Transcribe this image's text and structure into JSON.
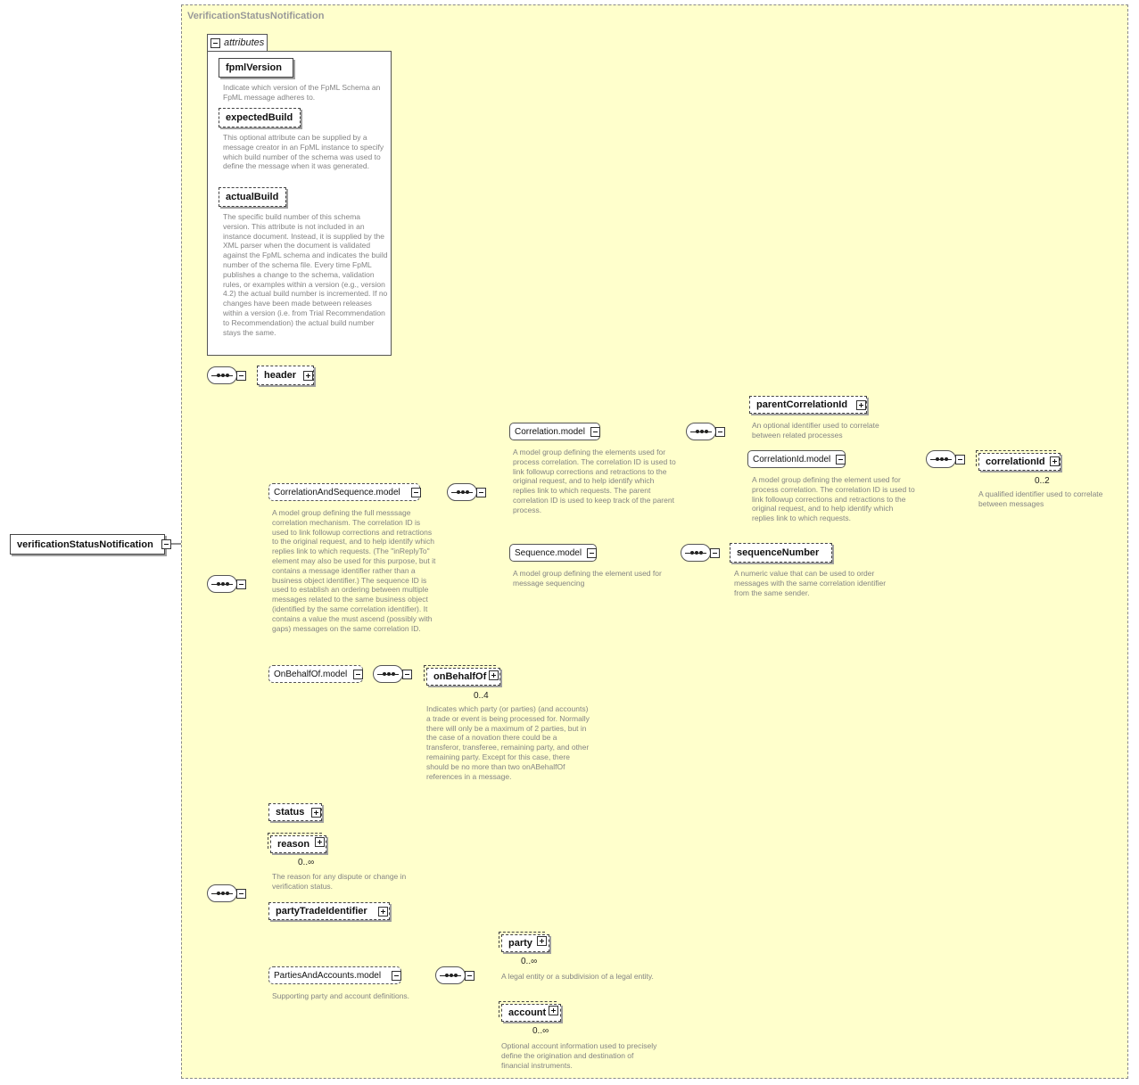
{
  "diagram": {
    "type_name": "VerificationStatusNotification",
    "root": {
      "name": "verificationStatusNotification"
    },
    "attributes": {
      "tab_label": "attributes",
      "items": [
        {
          "name": "fpmlVersion",
          "desc": "Indicate which version of the FpML Schema an FpML message adheres to."
        },
        {
          "name": "expectedBuild",
          "desc": "This optional attribute can be supplied by a message creator in an FpML instance to specify which build number of the schema was used to define the message when it was generated."
        },
        {
          "name": "actualBuild",
          "desc": "The specific build number of this schema version. This attribute is not included in an instance document. Instead, it is supplied by the XML parser when the document is validated against the FpML schema and indicates the build number of the schema file. Every time FpML publishes a change to the schema, validation rules, or examples within a version (e.g., version 4.2) the actual build number is incremented. If no changes have been made between releases within a version (i.e. from Trial Recommendation to Recommendation) the actual build number stays the same."
        }
      ]
    },
    "header": {
      "name": "header"
    },
    "correlation_and_sequence": {
      "name": "CorrelationAndSequence.model",
      "desc": "A model group defining the full messsage correlation mechanism. The correlation ID is used to link followup corrections and retractions to the original request, and to help identify which replies link to which requests. (The \"inReplyTo\" element may also be used for this purpose, but it contains a message identifier rather than a business object identifier.) The sequence ID is used to establish an ordering between multiple messages related to the same business object (identified by the same correlation identifier). It contains a value the must ascend (possibly with gaps) messages on the same correlation ID."
    },
    "correlation_model": {
      "name": "Correlation.model",
      "desc": "A model group defining the elements used for process correlation. The correlation ID is used to link followup corrections and retractions to the original request, and to help identify which replies link to which requests. The parent correlation ID is used to keep track of the parent process."
    },
    "parent_correlation_id": {
      "name": "parentCorrelationId",
      "desc": "An optional identifier used to correlate between related processes"
    },
    "correlation_id_model": {
      "name": "CorrelationId.model",
      "desc": "A model group defining the element used for process correlation. The correlation ID is used to link followup corrections and retractions to the original request, and to help identify which replies link to which requests."
    },
    "correlation_id": {
      "name": "correlationId",
      "card": "0..2",
      "desc": "A qualified identifier used to correlate between messages"
    },
    "sequence_model": {
      "name": "Sequence.model",
      "desc": "A model group defining the element used for message sequencing"
    },
    "sequence_number": {
      "name": "sequenceNumber",
      "desc": "A numeric value that can be used to order messages with the same correlation identifier from the same sender."
    },
    "on_behalf_of_model": {
      "name": "OnBehalfOf.model"
    },
    "on_behalf_of": {
      "name": "onBehalfOf",
      "card": "0..4",
      "desc": "Indicates which party (or parties) (and accounts) a trade or event is being processed for. Normally there will only be a maximum of 2 parties, but in the case of a novation there could be a transferor, transferee, remaining party, and other remaining party. Except for this case, there should be no more than two onABehalfOf references in a message."
    },
    "status": {
      "name": "status"
    },
    "reason": {
      "name": "reason",
      "card": "0..∞",
      "desc": "The reason for any dispute or change in verification status."
    },
    "party_trade_identifier": {
      "name": "partyTradeIdentifier"
    },
    "parties_and_accounts_model": {
      "name": "PartiesAndAccounts.model",
      "desc": "Supporting party and account definitions."
    },
    "party": {
      "name": "party",
      "card": "0..∞",
      "desc": "A legal entity or a subdivision of a legal entity."
    },
    "account": {
      "name": "account",
      "card": "0..∞",
      "desc": "Optional account information used to precisely define the origination and destination of financial instruments."
    }
  }
}
